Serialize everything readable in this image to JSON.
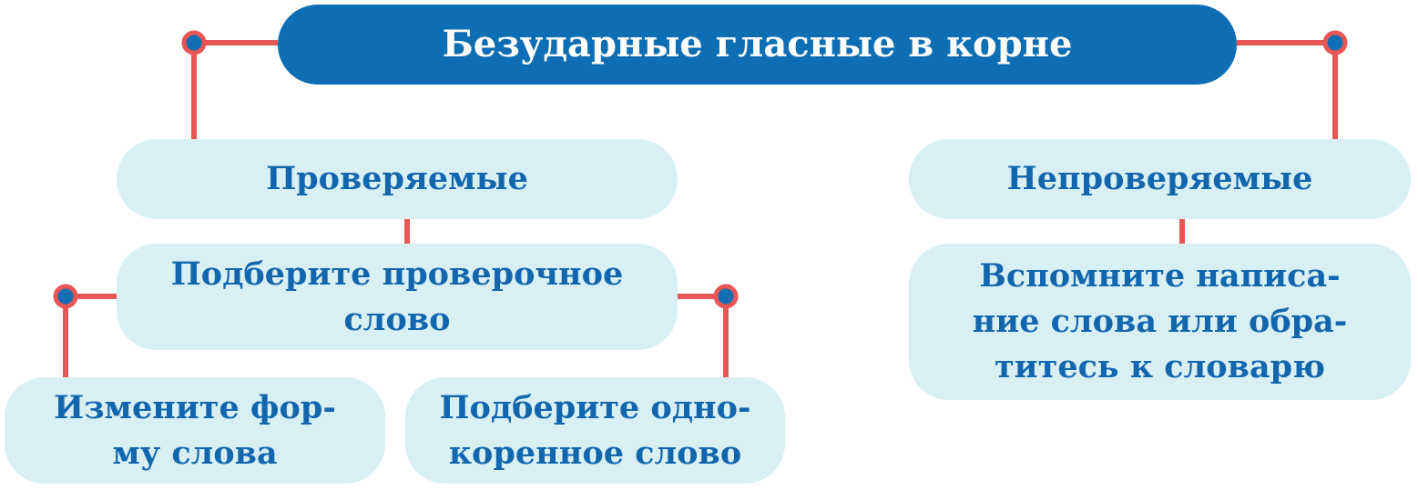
{
  "title": "Безударные гласные в корне",
  "checkable": {
    "label": "Проверяемые",
    "rule": [
      "Подберите проверочное",
      "слово"
    ],
    "methods": [
      {
        "lines": [
          "Измените фор-",
          "му слова"
        ]
      },
      {
        "lines": [
          "Подберите одно-",
          "коренное слово"
        ]
      }
    ]
  },
  "uncheckable": {
    "label": "Непроверяемые",
    "rule": [
      "Вспомните написа-",
      "ние слова или обра-",
      "титесь к словарю"
    ]
  },
  "colors": {
    "primary": "#0e6eb4",
    "connector": "#e85555",
    "box": "#d8eff3",
    "text": "#1266ae"
  }
}
